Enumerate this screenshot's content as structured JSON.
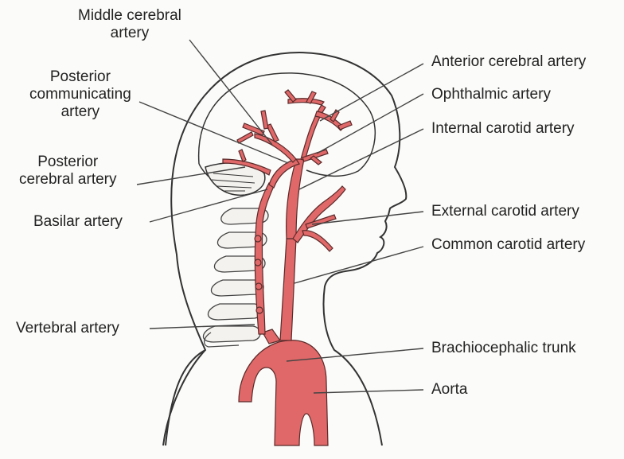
{
  "labels": {
    "middle_cerebral": [
      "Middle cerebral",
      "artery"
    ],
    "posterior_communicating": [
      "Posterior",
      "communicating",
      "artery"
    ],
    "posterior_cerebral": [
      "Posterior",
      "cerebral artery"
    ],
    "basilar": "Basilar artery",
    "vertebral": "Vertebral artery",
    "anterior_cerebral": "Anterior cerebral artery",
    "ophthalmic": "Ophthalmic artery",
    "internal_carotid": "Internal carotid artery",
    "external_carotid": "External carotid artery",
    "common_carotid": "Common carotid artery",
    "brachiocephalic": "Brachiocephalic trunk",
    "aorta": "Aorta"
  },
  "colors": {
    "artery": "#e06868",
    "artery_dark": "#5a2a2a",
    "outline": "#333333",
    "leader": "#444444",
    "text": "#222222"
  }
}
